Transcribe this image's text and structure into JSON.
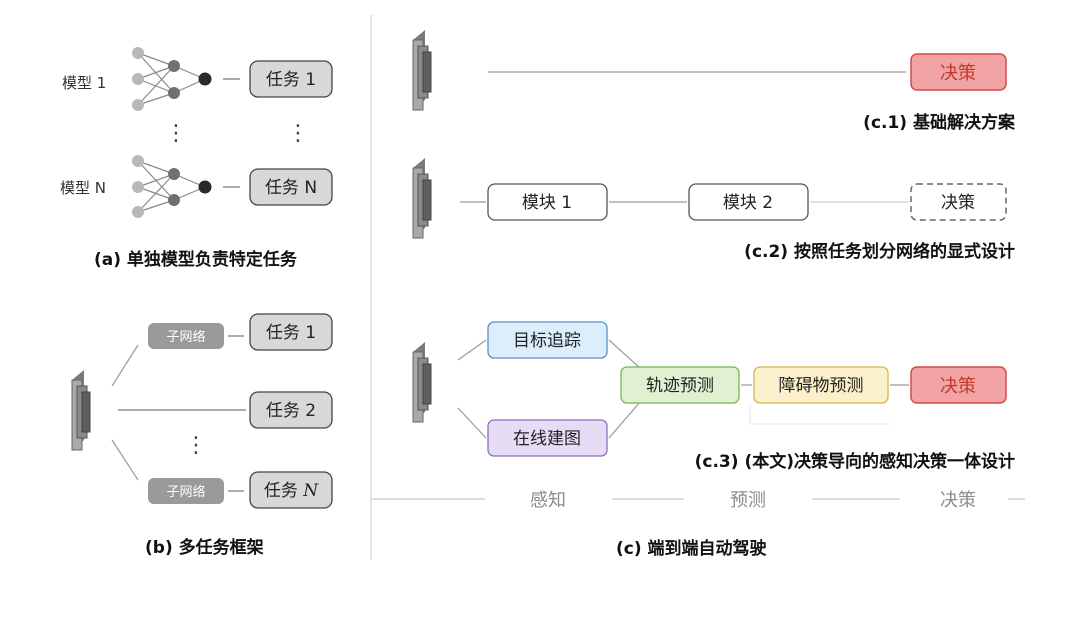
{
  "panel_a": {
    "model_1_label": "模型 1",
    "model_n_label": "模型 N",
    "task_1": "任务 1",
    "task_n": "任务 N",
    "vdots": "⋮",
    "caption": "(a) 单独模型负责特定任务"
  },
  "panel_b": {
    "subnet_label": "子网络",
    "task_1": "任务 1",
    "task_2": "任务 2",
    "task_n_prefix": "任务 ",
    "task_n_var": "N",
    "vdots": "⋮",
    "caption": "(b) 多任务框架"
  },
  "panel_c": {
    "c1": {
      "decision": "决策",
      "caption": "(c.1) 基础解决方案"
    },
    "c2": {
      "module_1": "模块 1",
      "module_2": "模块 2",
      "decision": "决策",
      "caption": "(c.2) 按照任务划分网络的显式设计"
    },
    "c3": {
      "object_tracking": "目标追踪",
      "online_mapping": "在线建图",
      "trajectory_prediction": "轨迹预测",
      "obstacle_prediction": "障碍物预测",
      "decision": "决策",
      "caption": "(c.3) (本文)决策导向的感知决策一体设计"
    },
    "axis": {
      "perception": "感知",
      "prediction": "预测",
      "decision": "决策"
    },
    "caption": "(c) 端到端自动驾驶"
  },
  "colors": {
    "decision_fill": "#f2a4a4",
    "decision_stroke": "#d54a4a",
    "tracking_fill": "#dceefb",
    "tracking_stroke": "#5a8fc6",
    "mapping_fill": "#e6dcf5",
    "mapping_stroke": "#8b6fc0",
    "trajectory_fill": "#e0f1d2",
    "trajectory_stroke": "#79b353",
    "obstacle_fill": "#fbf0cc",
    "obstacle_stroke": "#d9b34b",
    "task_fill": "#d8d8d8",
    "subnet_fill": "#9a9a9a"
  }
}
